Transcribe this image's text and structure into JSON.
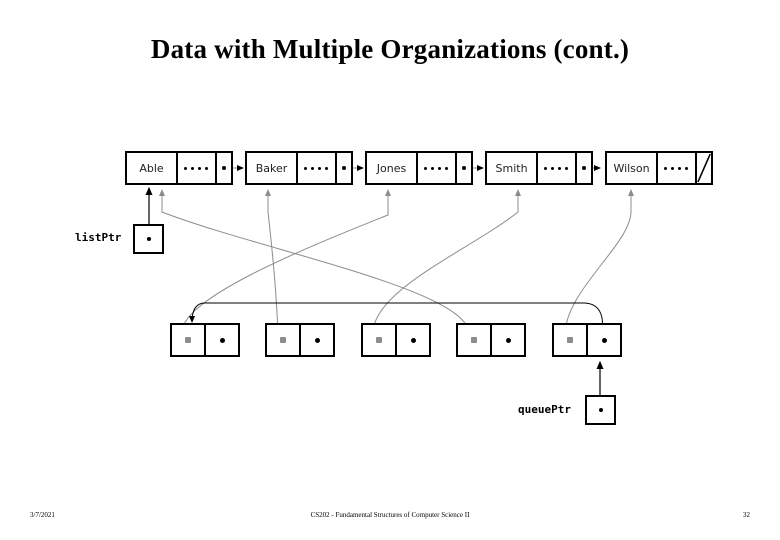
{
  "slide": {
    "title": "Data with Multiple Organizations (cont.)"
  },
  "diagram": {
    "list_label": "listPtr",
    "queue_label": "queuePtr",
    "list_nodes": [
      {
        "name": "Able",
        "ellipsis": "....",
        "pointer": "dot"
      },
      {
        "name": "Baker",
        "ellipsis": "....",
        "pointer": "dot"
      },
      {
        "name": "Jones",
        "ellipsis": "....",
        "pointer": "dot"
      },
      {
        "name": "Smith",
        "ellipsis": "....",
        "pointer": "dot"
      },
      {
        "name": "Wilson",
        "ellipsis": "....",
        "pointer": "null"
      }
    ],
    "queue_nodes": [
      {
        "data_ptr": "gray-dot",
        "next_ptr": "black-dot"
      },
      {
        "data_ptr": "gray-dot",
        "next_ptr": "black-dot"
      },
      {
        "data_ptr": "gray-dot",
        "next_ptr": "black-dot"
      },
      {
        "data_ptr": "gray-dot",
        "next_ptr": "black-dot"
      },
      {
        "data_ptr": "gray-dot",
        "next_ptr": "black-dot"
      }
    ],
    "colors": {
      "stroke": "#000000",
      "cross_link": "#8c8c8c",
      "node_fill": "#ffffff"
    }
  },
  "footer": {
    "date": "3/7/2021",
    "course": "CS202 - Fundamental Structures of Computer Science II",
    "page": "32"
  }
}
